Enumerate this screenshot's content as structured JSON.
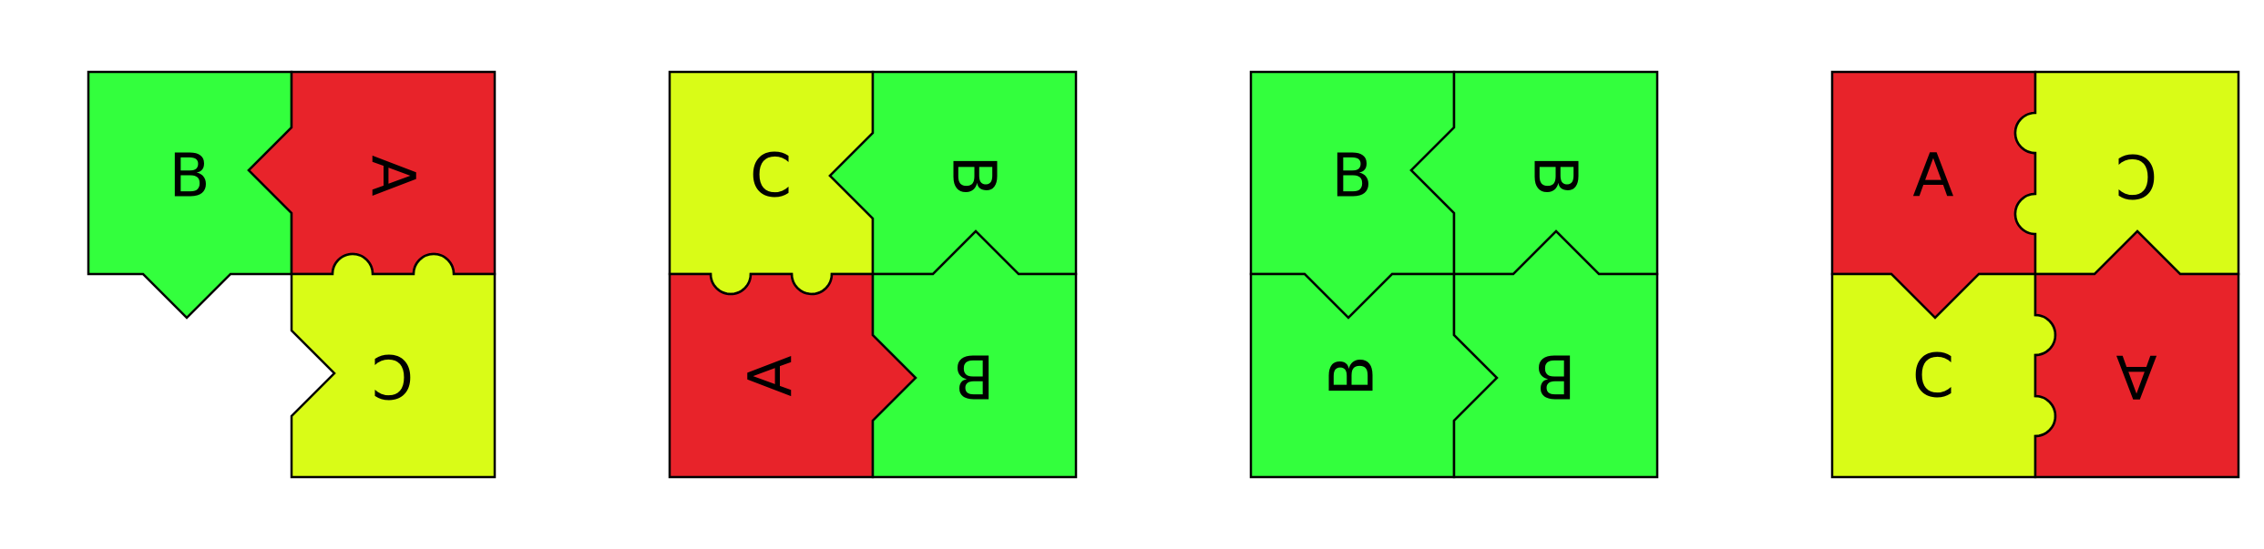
{
  "colors": {
    "green": "#33ff3d",
    "red": "#e8232a",
    "yellow": "#d9fc17",
    "outline": "#000000"
  },
  "puzzles": [
    {
      "name": "puzzle-1",
      "pieces": [
        {
          "letter": "B",
          "color": "green",
          "rotation": 0
        },
        {
          "letter": "A",
          "color": "red",
          "rotation": 90
        },
        {
          "letter": "C",
          "color": "yellow",
          "rotation": 180
        }
      ]
    },
    {
      "name": "puzzle-2",
      "pieces": [
        {
          "letter": "C",
          "color": "yellow",
          "rotation": 0
        },
        {
          "letter": "B",
          "color": "green",
          "rotation": 90
        },
        {
          "letter": "A",
          "color": "red",
          "rotation": -90
        },
        {
          "letter": "B",
          "color": "green",
          "rotation": 180
        }
      ]
    },
    {
      "name": "puzzle-3",
      "pieces": [
        {
          "letter": "B",
          "color": "green",
          "rotation": 0
        },
        {
          "letter": "B",
          "color": "green",
          "rotation": 90
        },
        {
          "letter": "B",
          "color": "green",
          "rotation": -90
        },
        {
          "letter": "B",
          "color": "green",
          "rotation": 180
        }
      ]
    },
    {
      "name": "puzzle-4",
      "pieces": [
        {
          "letter": "A",
          "color": "red",
          "rotation": 0
        },
        {
          "letter": "C",
          "color": "yellow",
          "rotation": 180
        },
        {
          "letter": "C",
          "color": "yellow",
          "rotation": 0
        },
        {
          "letter": "A",
          "color": "red",
          "rotation": 180
        }
      ]
    }
  ]
}
